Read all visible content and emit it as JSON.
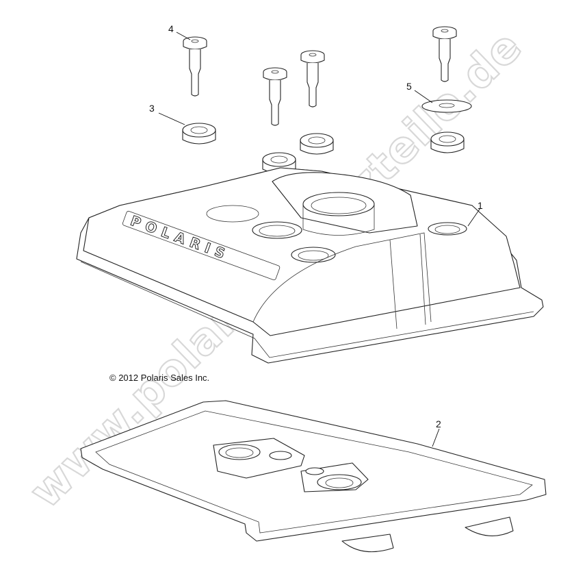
{
  "labels": {
    "l1": "1",
    "l2": "2",
    "l3": "3",
    "l4": "4",
    "l5": "5"
  },
  "copyright": "© 2012 Polaris Sales Inc.",
  "watermark": "www.polarisersatzteile.de",
  "logo_text": "POLARIS",
  "colors": {
    "line": "#222222",
    "watermark_outline": "#d8d8d8",
    "background": "#ffffff"
  }
}
